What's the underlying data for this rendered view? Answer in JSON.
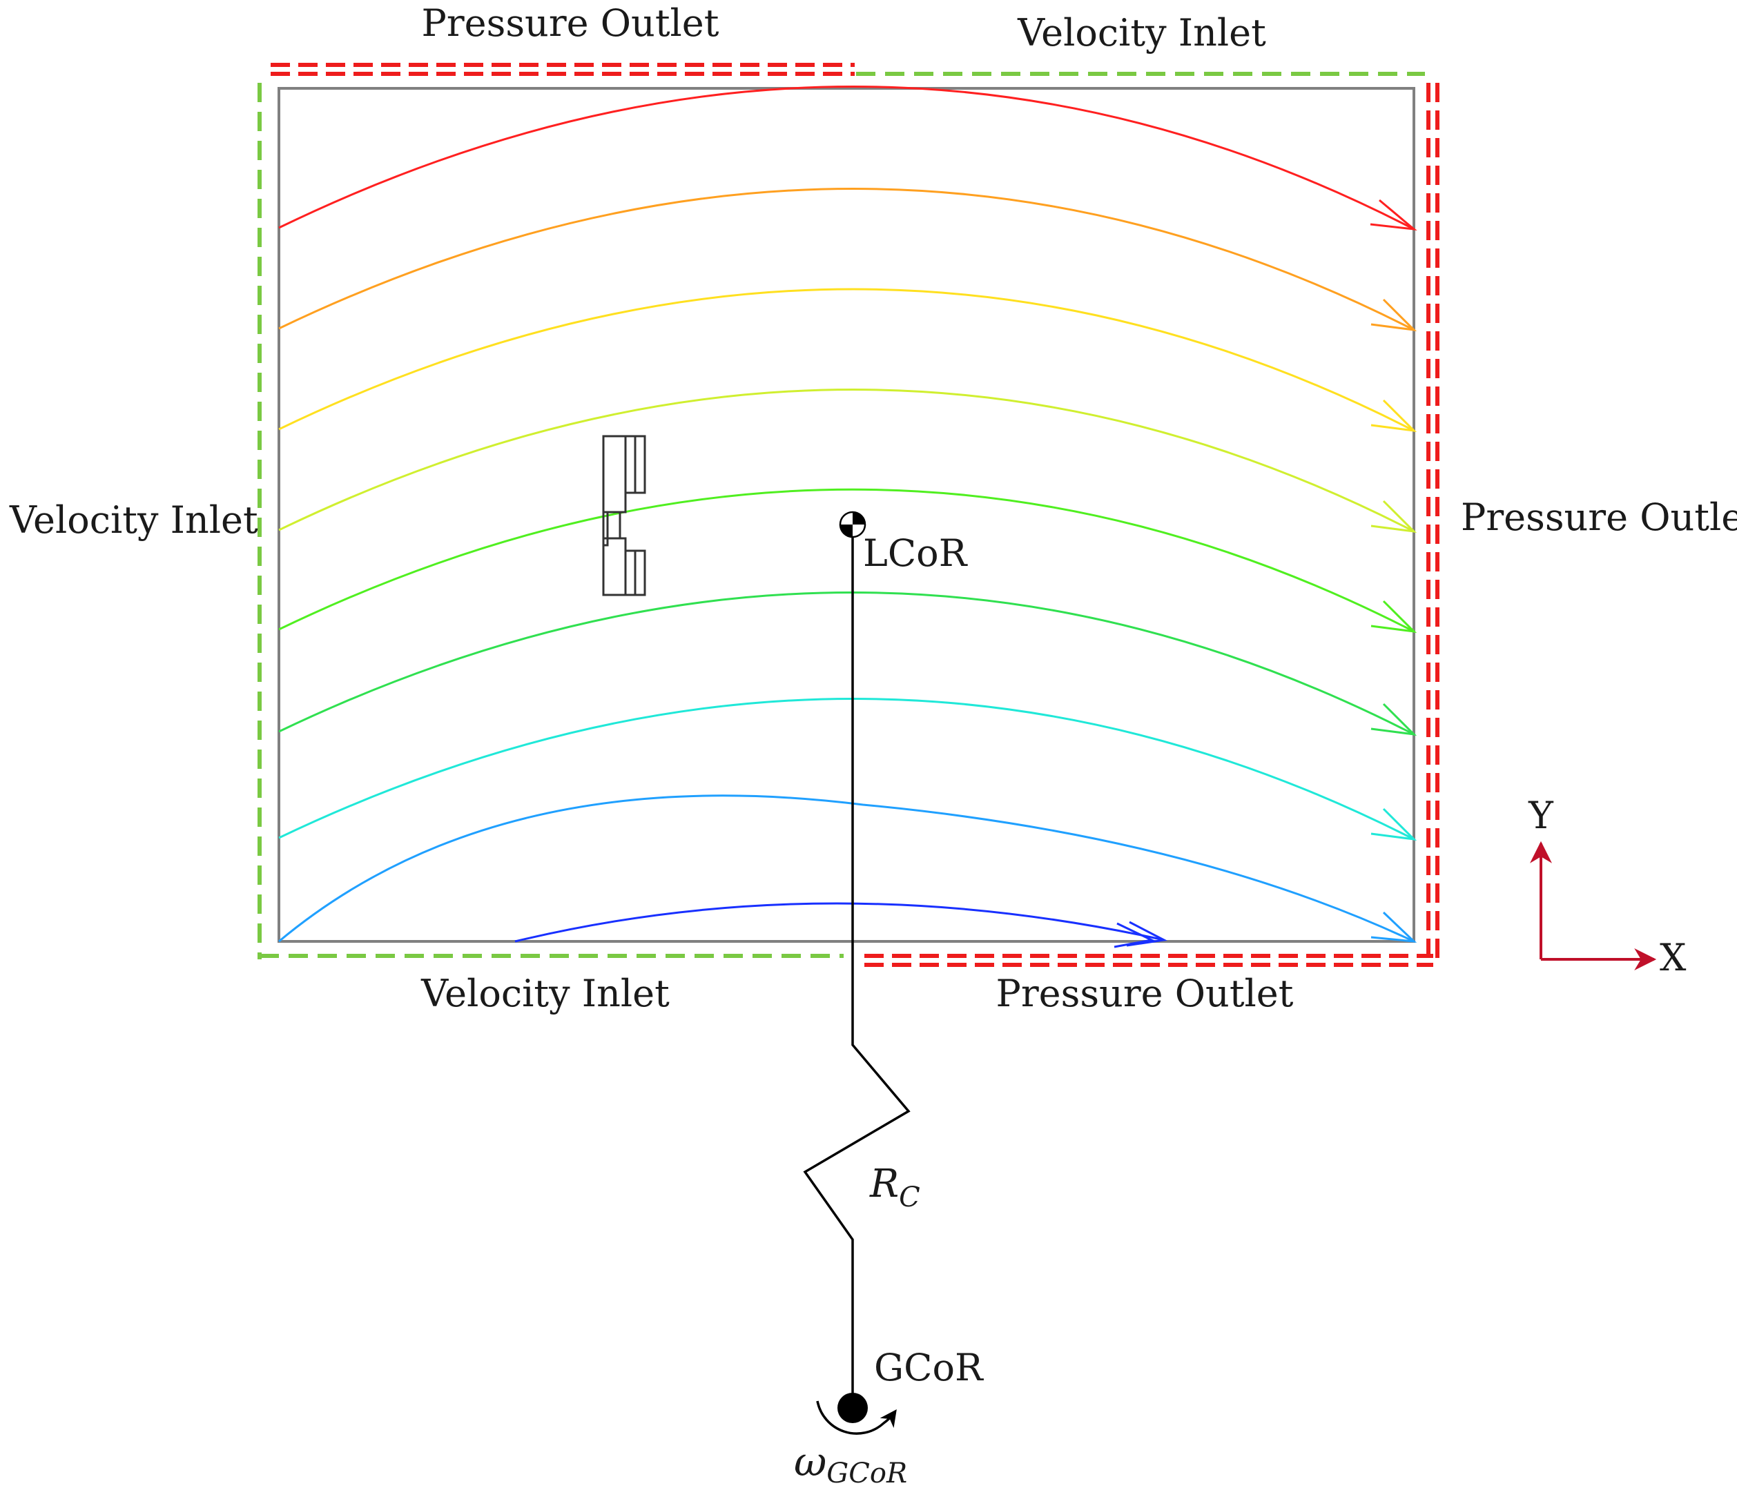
{
  "boundaries": {
    "top_left": "Pressure Outlet",
    "top_right": "Velocity Inlet",
    "left": "Velocity Inlet",
    "right": "Pressure Outlet",
    "bottom_left": "Velocity Inlet",
    "bottom_right": "Pressure Outlet"
  },
  "labels": {
    "lcor": "LCoR",
    "gcor": "GCoR",
    "rc_main": "R",
    "rc_sub": "C",
    "omega_main": "ω",
    "omega_sub": "GCoR"
  },
  "axes": {
    "x": "X",
    "y": "Y"
  },
  "colors": {
    "velocity_inlet": "#7ac943",
    "pressure_outlet": "#ee1c1c",
    "domain_border": "#808080",
    "axes": "#c0102a",
    "streamlines": [
      "#ff2020",
      "#ffa020",
      "#ffe020",
      "#d0ef30",
      "#50ef20",
      "#30e050",
      "#20e8d8",
      "#20a0ff",
      "#1830ff"
    ]
  }
}
